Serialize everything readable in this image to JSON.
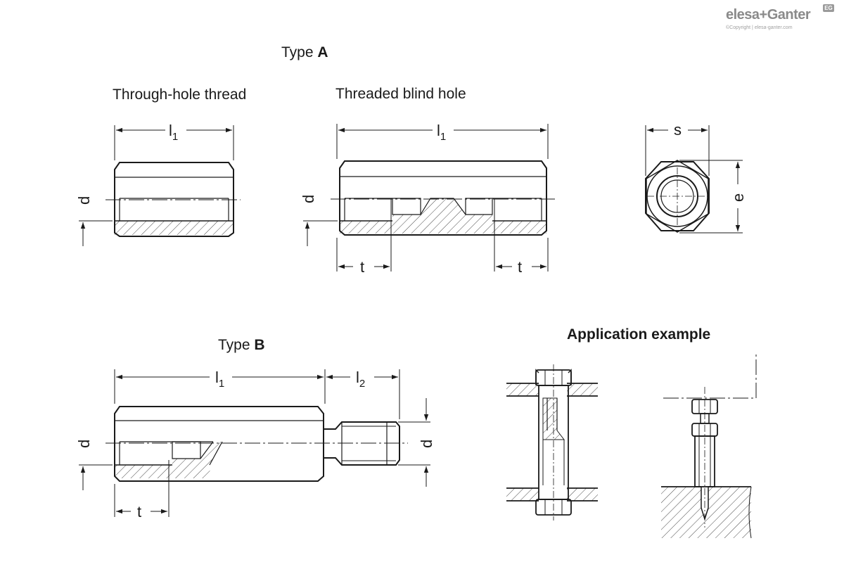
{
  "brand": {
    "name": "elesa+Ganter",
    "badge": "EG",
    "copyright": "©Copyright | elesa-ganter.com"
  },
  "labels": {
    "type_a_prefix": "Type ",
    "type_a_letter": "A",
    "type_b_prefix": "Type ",
    "type_b_letter": "B",
    "through_hole": "Through-hole thread",
    "blind_hole": "Threaded blind hole",
    "application": "Application example"
  },
  "dims": {
    "l": "l",
    "sub1": "1",
    "sub2": "2",
    "d": "d",
    "t": "t",
    "s": "s",
    "e": "e"
  },
  "colors": {
    "line": "#1a1a1a",
    "logo": "#8a8a8a"
  }
}
